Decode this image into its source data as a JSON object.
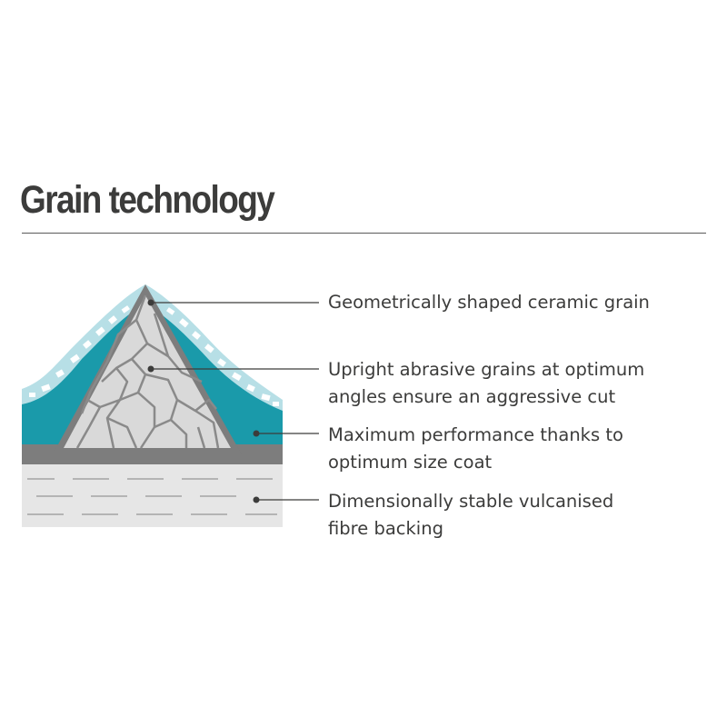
{
  "title": "Grain technology",
  "colors": {
    "text": "#3c3c3b",
    "coat_teal": "#1a9aaa",
    "coat_light": "#b7dfe6",
    "size_coat_gray": "#7d7d7d",
    "grain_fill": "#d9d9d9",
    "grain_cracks": "#8a8a8a",
    "backing": "#e6e6e6",
    "backing_dashes": "#b4b4b4"
  },
  "labels": [
    {
      "name": "ceramic-grain",
      "lines": [
        "Geometrically shaped ceramic grain"
      ]
    },
    {
      "name": "upright-grains",
      "lines": [
        "Upright abrasive grains at optimum",
        "angles ensure an aggressive cut"
      ]
    },
    {
      "name": "size-coat",
      "lines": [
        "Maximum performance thanks to",
        "optimum size coat"
      ]
    },
    {
      "name": "fibre-backing",
      "lines": [
        "Dimensionally stable vulcanised",
        "fibre backing"
      ]
    }
  ]
}
